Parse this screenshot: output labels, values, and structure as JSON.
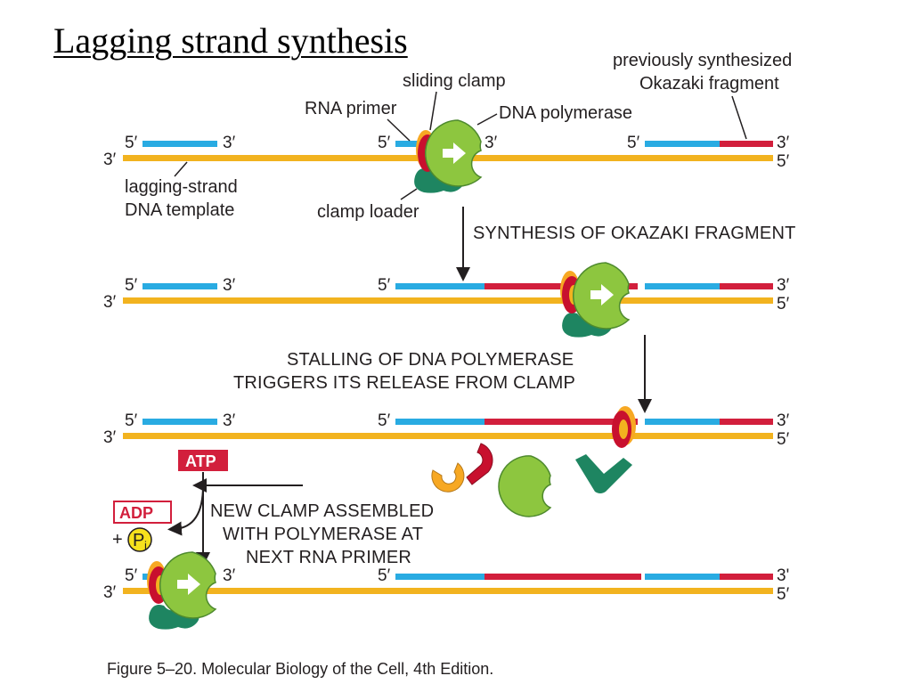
{
  "slide": {
    "title": "Lagging strand synthesis"
  },
  "diagram": {
    "labels": {
      "previously_synthesized_line1": "previously synthesized",
      "previously_synthesized_line2": "Okazaki fragment",
      "sliding_clamp": "sliding clamp",
      "rna_primer": "RNA primer",
      "dna_polymerase": "DNA polymerase",
      "lagging_template_line1": "lagging-strand",
      "lagging_template_line2": "DNA template",
      "clamp_loader": "clamp loader"
    },
    "steps": {
      "synthesis": "SYNTHESIS OF OKAZAKI FRAGMENT",
      "stalling_line1": "STALLING OF DNA POLYMERASE",
      "stalling_line2": "TRIGGERS ITS RELEASE FROM CLAMP",
      "new_clamp_line1": "NEW CLAMP ASSEMBLED",
      "new_clamp_line2": "WITH POLYMERASE AT",
      "new_clamp_line3": "NEXT RNA PRIMER"
    },
    "energy": {
      "atp": "ATP",
      "adp": "ADP",
      "plus": "+",
      "pi": "P",
      "pi_sub": "i"
    },
    "strand_ends": {
      "five_prime": "5′",
      "three_prime": "3′",
      "three_prime_alt": "3'"
    },
    "colors": {
      "template": "#f2b31f",
      "rna_primer": "#29abe2",
      "okazaki_dna": "#d21f3c",
      "polymerase": "#8dc63f",
      "polymerase_dark": "#3d7a26",
      "clamp_loader": "#1e8561",
      "clamp_red": "#c8102e",
      "clamp_orange": "#f7a823",
      "atp_bg": "#d21f3c",
      "adp_border": "#d21f3c",
      "pi_fill": "#f7e11c"
    }
  },
  "caption": {
    "text": "Figure 5–20. Molecular Biology of the Cell, 4th Edition."
  }
}
